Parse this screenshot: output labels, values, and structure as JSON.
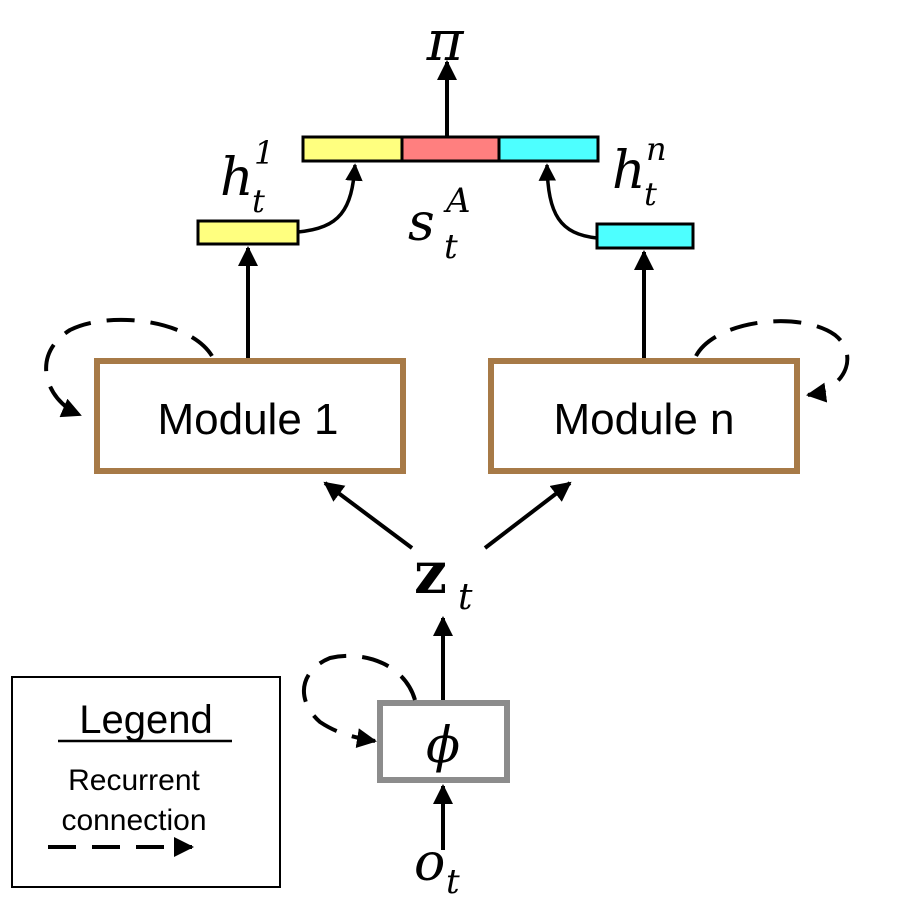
{
  "colors": {
    "module_border": "#a77a47",
    "phi_border": "#8c8c8c",
    "yellow": "#ffff7f",
    "red": "#ff7f7f",
    "cyan": "#4dffff",
    "stroke": "#000000"
  },
  "labels": {
    "pi": "π",
    "h1_base": "h",
    "h1_sub": "t",
    "h1_sup": "1",
    "hn_base": "h",
    "hn_sub": "t",
    "hn_sup": "n",
    "sA_base": "s",
    "sA_sub": "t",
    "sA_sup": "A",
    "z_base": "z",
    "z_sub": "t",
    "phi": "ϕ",
    "o_base": "o",
    "o_sub": "t"
  },
  "modules": {
    "module1": "Module 1",
    "modulen": "Module n"
  },
  "legend": {
    "title": "Legend",
    "line1": "Recurrent",
    "line2": "connection"
  }
}
